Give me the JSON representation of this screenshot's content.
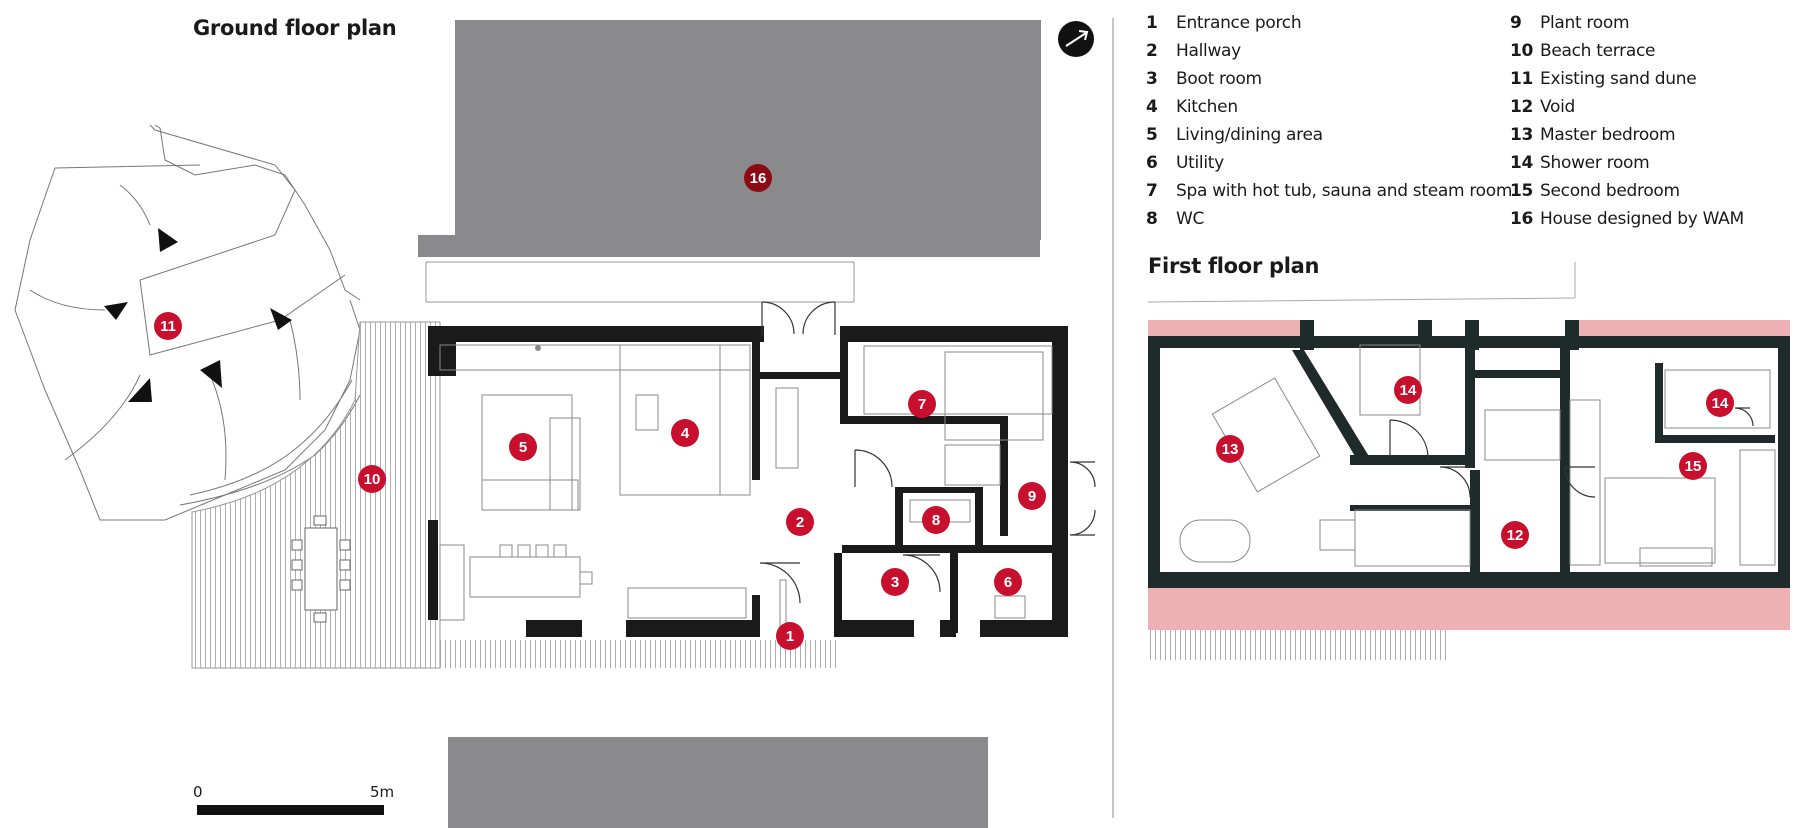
{
  "titles": {
    "ground": "Ground floor plan",
    "first": "First floor plan"
  },
  "legend": [
    {
      "num": "1",
      "label": "Entrance porch"
    },
    {
      "num": "2",
      "label": "Hallway"
    },
    {
      "num": "3",
      "label": "Boot room"
    },
    {
      "num": "4",
      "label": "Kitchen"
    },
    {
      "num": "5",
      "label": "Living/dining area"
    },
    {
      "num": "6",
      "label": "Utility"
    },
    {
      "num": "7",
      "label": "Spa with hot tub, sauna and steam room"
    },
    {
      "num": "8",
      "label": "WC"
    },
    {
      "num": "9",
      "label": "Plant room"
    },
    {
      "num": "10",
      "label": "Beach terrace"
    },
    {
      "num": "11",
      "label": "Existing sand dune"
    },
    {
      "num": "12",
      "label": "Void"
    },
    {
      "num": "13",
      "label": "Master bedroom"
    },
    {
      "num": "14",
      "label": "Shower room"
    },
    {
      "num": "15",
      "label": "Second bedroom"
    },
    {
      "num": "16",
      "label": "House designed by WAM"
    }
  ],
  "markers": {
    "m1": "1",
    "m2": "2",
    "m3": "3",
    "m4": "4",
    "m5": "5",
    "m6": "6",
    "m7": "7",
    "m8": "8",
    "m9": "9",
    "m10": "10",
    "m11": "11",
    "m12": "12",
    "m13": "13",
    "m14a": "14",
    "m14b": "14",
    "m15": "15",
    "m16": "16"
  },
  "scale": {
    "start": "0",
    "end": "5m"
  },
  "colors": {
    "marker": "#c8102e",
    "marker_dark": "#8b0a14",
    "wall": "#1a1a1a",
    "wall_upper": "#1f2b2b",
    "neighbour": "#8a8a8c",
    "roof_pink": "#eeb1b3"
  },
  "icons": {
    "north": "north-arrow-icon"
  }
}
